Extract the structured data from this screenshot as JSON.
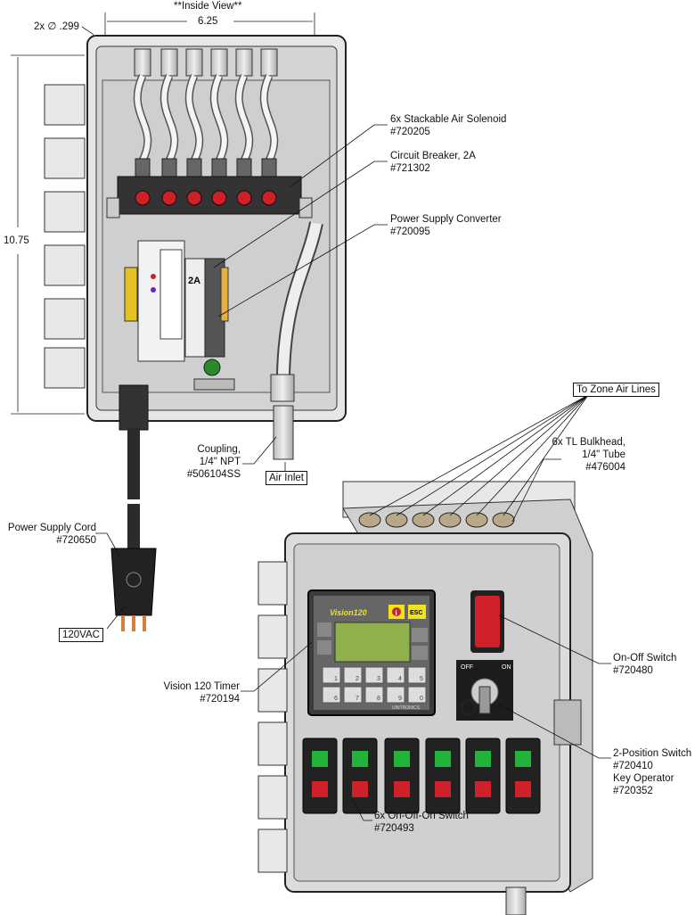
{
  "dimensions": {
    "view_title": "**Inside View**",
    "width": "6.25",
    "height": "10.75",
    "holes": "2x ∅ .299"
  },
  "callouts": {
    "solenoid": [
      "6x Stackable Air Solenoid",
      "#720205"
    ],
    "breaker": [
      "Circuit Breaker, 2A",
      "#721302"
    ],
    "power_converter": [
      "Power Supply Converter",
      "#720095"
    ],
    "zone_lines": "To Zone Air Lines",
    "bulkhead": [
      "6x TL Bulkhead,",
      "1/4\" Tube",
      "#476004"
    ],
    "coupling": [
      "Coupling,",
      "1/4\" NPT",
      "#506104SS"
    ],
    "air_inlet": "Air Inlet",
    "power_cord": [
      "Power Supply Cord",
      "#720650"
    ],
    "voltage": "120VAC",
    "timer": [
      "Vision 120 Timer",
      "#720194"
    ],
    "on_off": [
      "On-Off Switch",
      "#720480"
    ],
    "two_position": [
      "2-Position Switch",
      "#720410",
      "Key Operator",
      "#720352"
    ],
    "on_off_on": [
      "6x On-Off-On Switch",
      "#720493"
    ]
  },
  "panel_text": {
    "breaker_rating": "2A",
    "timer_brand": "Vision120",
    "esc": "ESC",
    "info": "i",
    "maker": "UNITRONICS",
    "key_off": "OFF",
    "key_on": "ON",
    "keypad": [
      "1",
      "2",
      "3",
      "4",
      "5",
      "6",
      "7",
      "8",
      "9",
      "0"
    ]
  },
  "colors": {
    "red": "#d0202a",
    "green": "#22b33a",
    "yellow": "#f2e21c",
    "screen": "#8fb04a",
    "housing": "#d9d9d9"
  }
}
